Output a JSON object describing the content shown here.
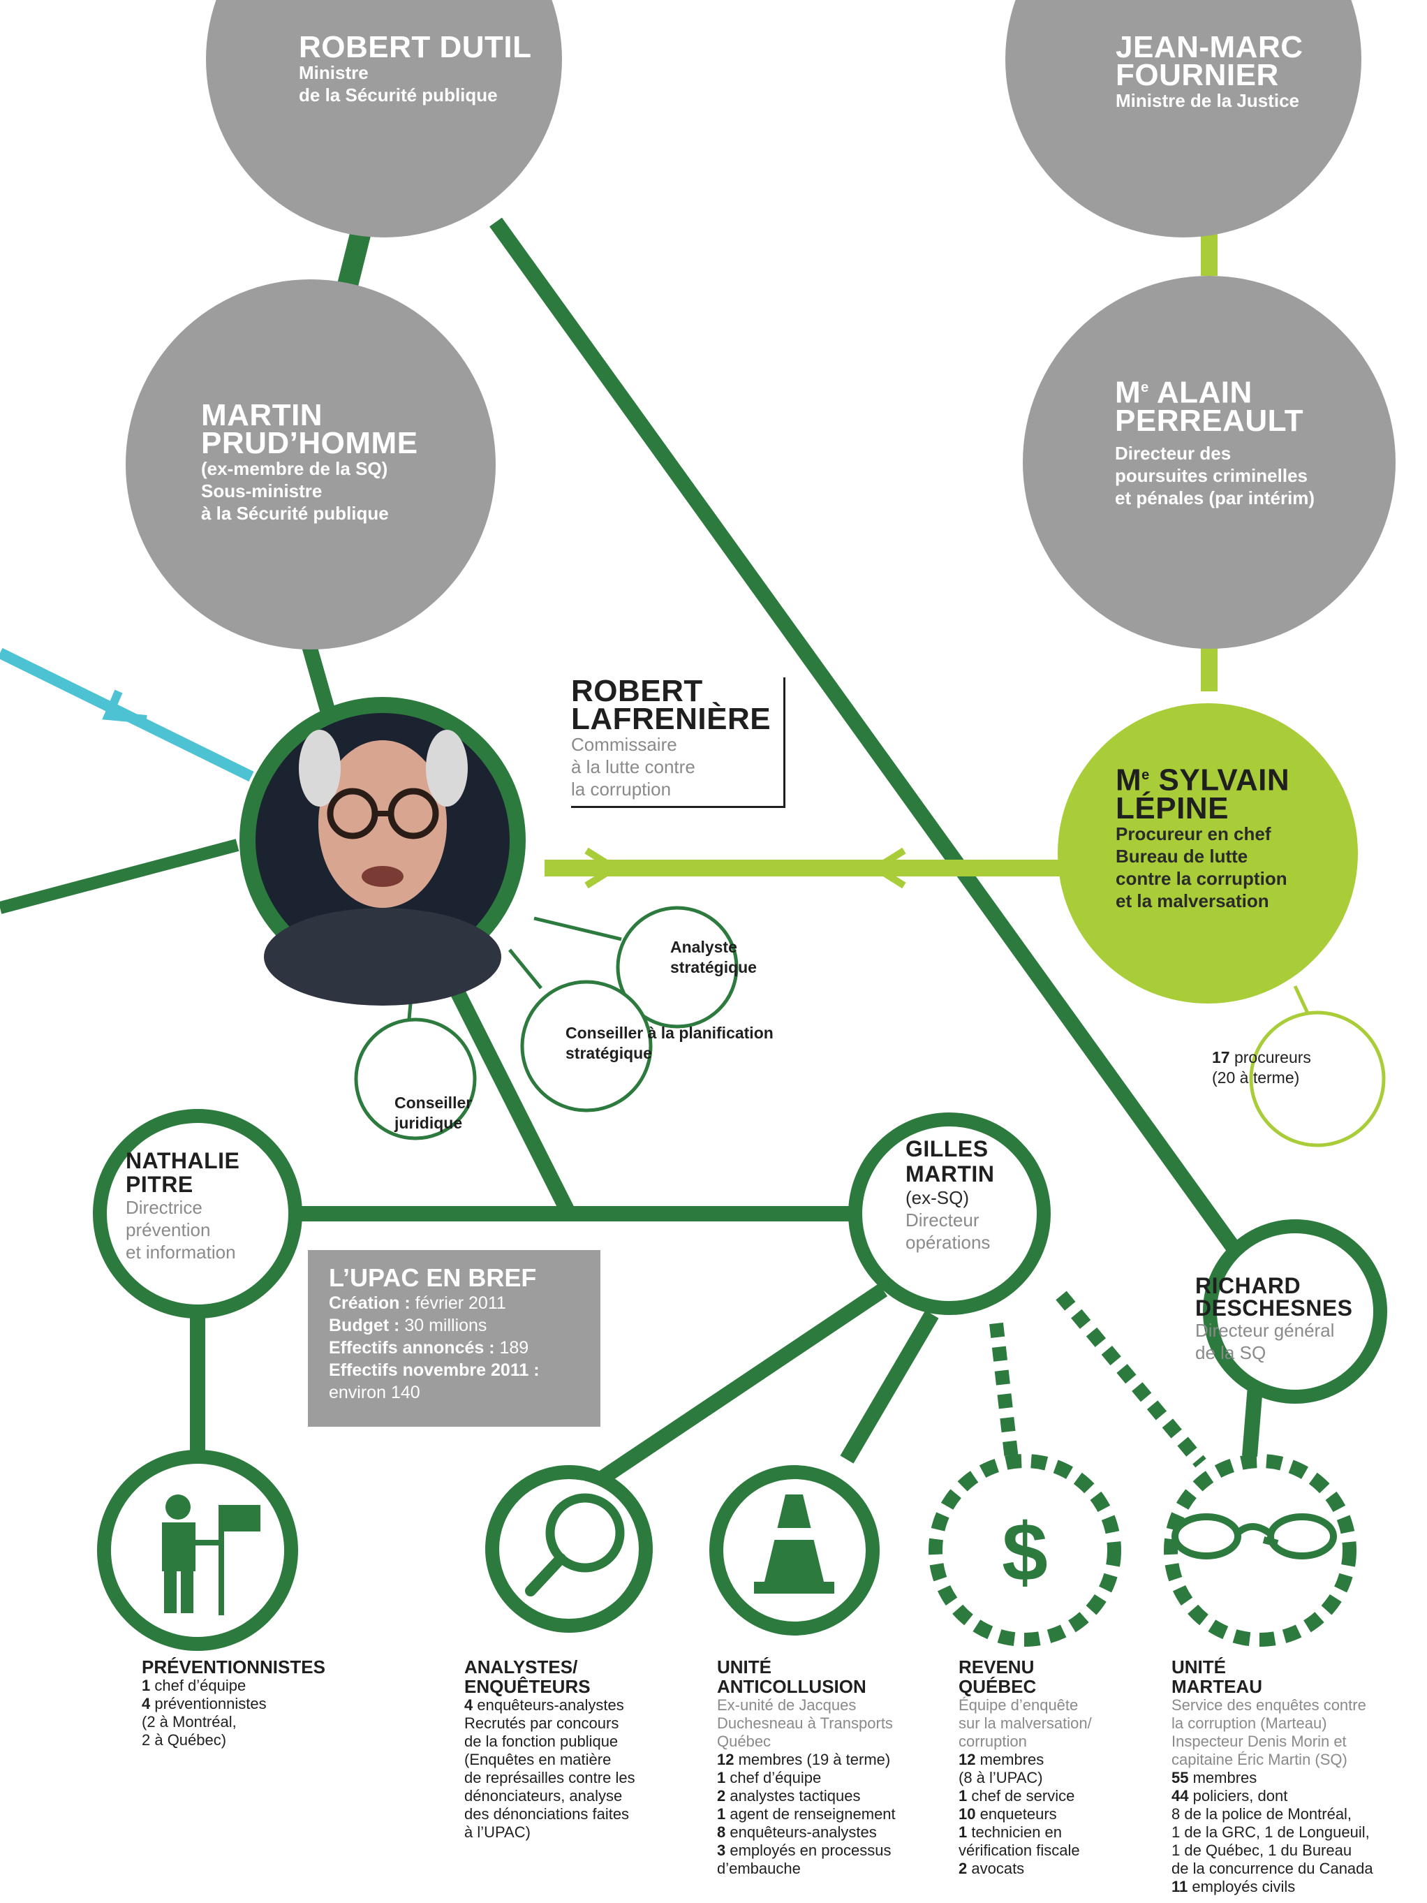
{
  "colors": {
    "gray": "#9d9d9e",
    "dark_green": "#2c7a3d",
    "lime": "#a9cd38",
    "cyan": "#4cc2d2"
  },
  "nodes": {
    "dutil": {
      "name": "ROBERT DUTIL",
      "lines": [
        "Ministre",
        "de la Sécurité publique"
      ]
    },
    "fournier": {
      "name1": "JEAN-MARC",
      "name2": "FOURNIER",
      "lines": [
        "Ministre de la Justice"
      ]
    },
    "prudhomme": {
      "name1": "MARTIN",
      "name2": "PRUD’HOMME",
      "lines": [
        "(ex-membre de la SQ)",
        "Sous-ministre",
        "à la Sécurité publique"
      ]
    },
    "perreault": {
      "prefix": "M",
      "sup": "e",
      "name1": "ALAIN",
      "name2": "PERREAULT",
      "lines": [
        "Directeur des",
        "poursuites criminelles",
        "et pénales (par intérim)"
      ]
    },
    "lafreniere": {
      "name1": "ROBERT",
      "name2": "LAFRENIÈRE",
      "lines": [
        "Commissaire",
        "à la lutte contre",
        "la corruption"
      ]
    },
    "lepine": {
      "prefix": "M",
      "sup": "e",
      "name1": "SYLVAIN",
      "name2": "LÉPINE",
      "lines": [
        "Procureur en chef",
        "Bureau de lutte",
        "contre la corruption",
        "et la malversation"
      ]
    },
    "analyste_strat": [
      "Analyste",
      "stratégique"
    ],
    "conseiller_plan": [
      "Conseiller à la planification",
      "stratégique"
    ],
    "conseiller_jur": [
      "Conseiller",
      "juridique"
    ],
    "procureurs": {
      "num": "17",
      "text": "procureurs",
      "line2": "(20 à terme)"
    },
    "pitre": {
      "name1": "NATHALIE",
      "name2": "PITRE",
      "lines": [
        "Directrice",
        "prévention",
        "et information"
      ]
    },
    "gmartin": {
      "name1": "GILLES",
      "name2": "MARTIN",
      "lines": [
        "(ex-SQ)",
        "Directeur",
        "opérations"
      ]
    },
    "deschesnes": {
      "name1": "RICHARD",
      "name2": "DESCHESNES",
      "lines": [
        "Directeur général",
        "de la SQ"
      ]
    }
  },
  "upac_bref": {
    "title": "L’UPAC EN BREF",
    "rows": [
      {
        "label": "Création",
        "value": "février 2011"
      },
      {
        "label": "Budget",
        "value": "30 millions"
      },
      {
        "label": "Effectifs annoncés",
        "value": "189"
      },
      {
        "label": "Effectifs novembre 2011",
        "value": ""
      }
    ],
    "last": "environ 140"
  },
  "units": {
    "preventionnistes": {
      "title": "PRÉVENTIONNISTES",
      "lines": [
        [
          "1",
          " chef d’équipe"
        ],
        [
          "4",
          " préventionnistes"
        ],
        [
          "",
          "(2 à Montréal,"
        ],
        [
          "",
          "2 à Québec)"
        ]
      ]
    },
    "analystes": {
      "title1": "ANALYSTES/",
      "title2": "ENQUÊTEURS",
      "lines": [
        [
          "4",
          " enquêteurs-analystes"
        ],
        [
          "",
          "Recrutés par concours"
        ],
        [
          "",
          "de la fonction publique"
        ],
        [
          "",
          "(Enquêtes en matière"
        ],
        [
          "",
          "de représailles contre les"
        ],
        [
          "",
          "dénonciateurs, analyse"
        ],
        [
          "",
          "des dénonciations faites"
        ],
        [
          "",
          "à l’UPAC)"
        ]
      ]
    },
    "anticollusion": {
      "title1": "UNITÉ",
      "title2": "ANTICOLLUSION",
      "gray": [
        "Ex-unité de Jacques",
        "Duchesneau à Transports",
        "Québec"
      ],
      "lines": [
        [
          "12",
          " membres (19 à terme)"
        ],
        [
          "1",
          " chef d’équipe"
        ],
        [
          "2",
          " analystes tactiques"
        ],
        [
          "1",
          " agent de renseignement"
        ],
        [
          "8",
          " enquêteurs-analystes"
        ],
        [
          "3",
          " employés en processus"
        ],
        [
          "",
          "d’embauche"
        ]
      ]
    },
    "revenu": {
      "title1": "REVENU",
      "title2": "QUÉBEC",
      "gray": [
        "Équipe d’enquête",
        "sur la malversation/",
        "corruption"
      ],
      "lines": [
        [
          "12",
          " membres"
        ],
        [
          "",
          "(8 à l’UPAC)"
        ],
        [
          "1",
          " chef de service"
        ],
        [
          "10",
          " enqueteurs"
        ],
        [
          "1",
          " technicien en"
        ],
        [
          "",
          "vérification fiscale"
        ],
        [
          "2",
          " avocats"
        ]
      ]
    },
    "marteau": {
      "title1": "UNITÉ",
      "title2": "MARTEAU",
      "gray": [
        "Service des enquêtes contre",
        "la corruption (Marteau)",
        "Inspecteur Denis Morin et",
        "capitaine Éric Martin (SQ)"
      ],
      "lines": [
        [
          "55",
          " membres"
        ],
        [
          "44",
          " policiers, dont"
        ],
        [
          "",
          "8 de la police de Montréal,"
        ],
        [
          "",
          "1 de la GRC, 1 de Longueuil,"
        ],
        [
          "",
          "1 de Québec, 1 du Bureau"
        ],
        [
          "",
          "de la concurrence du Canada"
        ],
        [
          "11",
          " employés civils"
        ]
      ]
    }
  }
}
